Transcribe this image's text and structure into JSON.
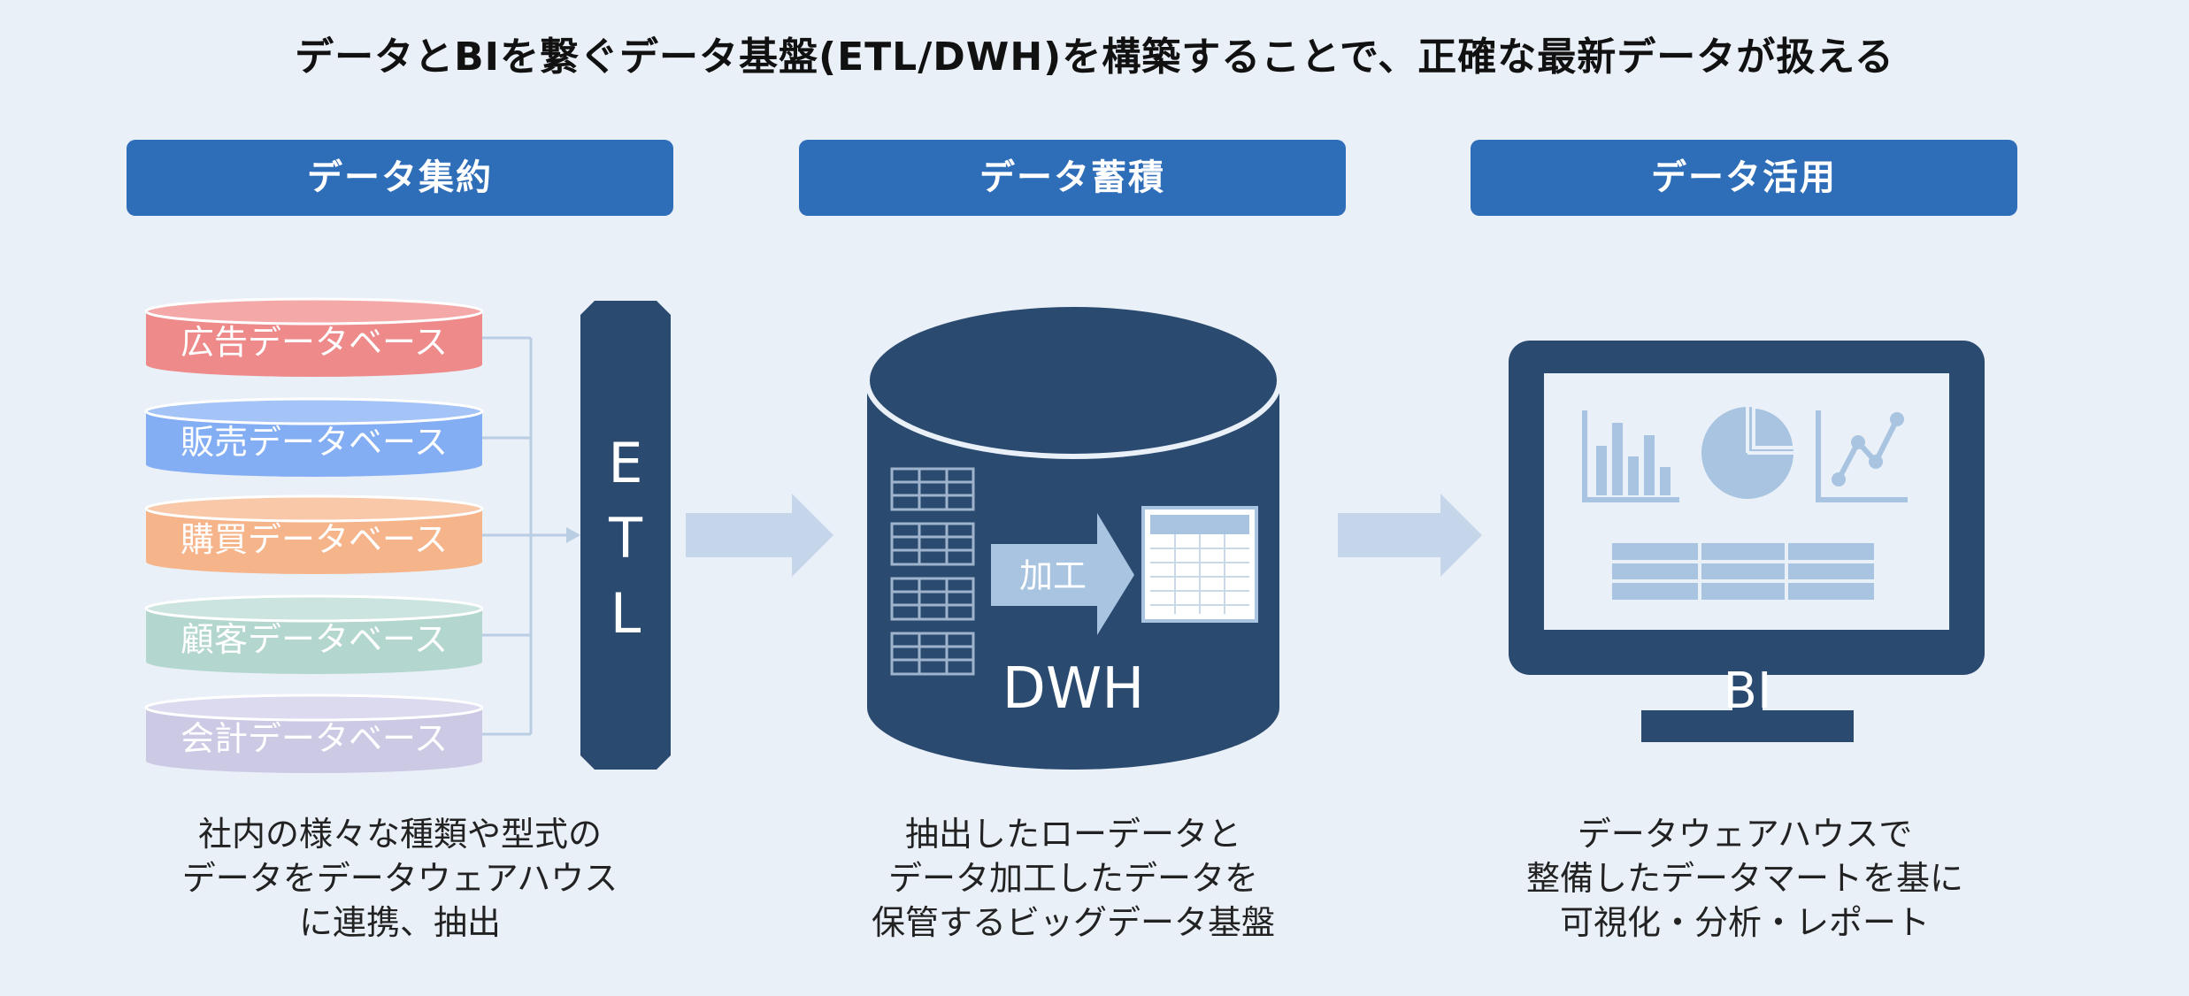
{
  "title": "データとBIを繋ぐデータ基盤(ETL/DWH)を構築することで、正確な最新データが扱える",
  "stages": [
    {
      "label": "データ集約",
      "desc": [
        "社内の様々な種類や型式の",
        "データをデータウェアハウス",
        "に連携、抽出"
      ]
    },
    {
      "label": "データ蓄積",
      "desc": [
        "抽出したローデータと",
        "データ加工したデータを",
        "保管するビッグデータ基盤"
      ]
    },
    {
      "label": "データ活用",
      "desc": [
        "データウェアハウスで",
        "整備したデータマートを基に",
        "可視化・分析・レポート"
      ]
    }
  ],
  "databases": [
    {
      "label": "広告データベース",
      "color": "#ee8a8a"
    },
    {
      "label": "販売データベース",
      "color": "#84aef4"
    },
    {
      "label": "購買データベース",
      "color": "#f5b48a"
    },
    {
      "label": "顧客データベース",
      "color": "#b3d6cf"
    },
    {
      "label": "会計データベース",
      "color": "#ccc9e4"
    }
  ],
  "etl_letters": [
    "E",
    "T",
    "L"
  ],
  "dwh": {
    "label": "DWH",
    "process_label": "加工"
  },
  "bi": {
    "label": "BI"
  },
  "colors": {
    "navy": "#2b4a6f",
    "header": "#2e6db8",
    "light_blue": "#a8c4e0",
    "arrow": "#c5d6ea"
  }
}
